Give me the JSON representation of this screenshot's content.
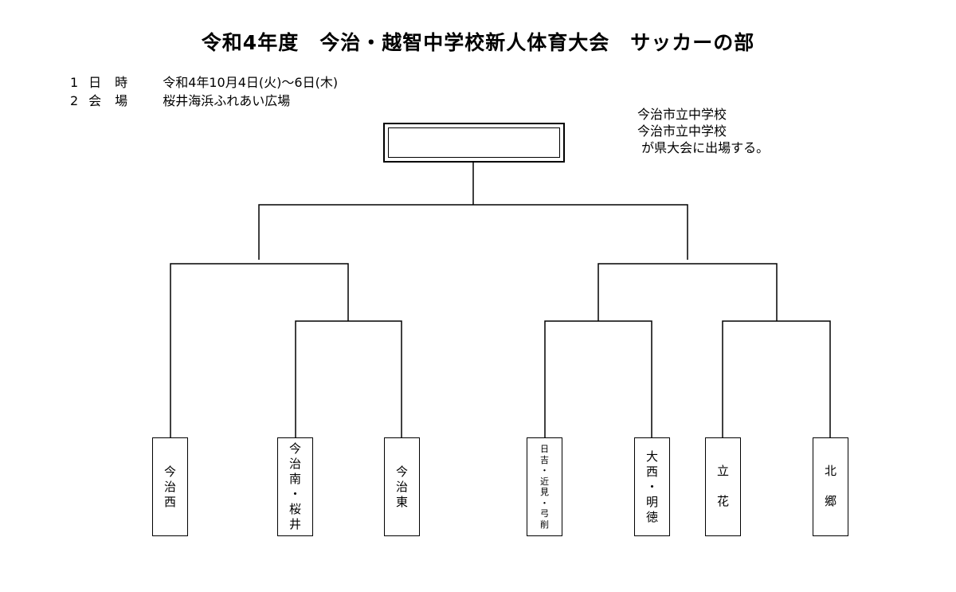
{
  "title": "令和4年度　今治・越智中学校新人体育大会　サッカーの部",
  "info": [
    {
      "num": "1",
      "label": "日 時",
      "value": "令和4年10月4日(火)～6日(木)"
    },
    {
      "num": "2",
      "label": "会 場",
      "value": "桜井海浜ふれあい広場"
    }
  ],
  "notes": [
    "今治市立中学校",
    "今治市立中学校",
    " が県大会に出場する。"
  ],
  "champion": "",
  "teams": [
    {
      "chars": [
        "今",
        "治",
        "西"
      ]
    },
    {
      "chars": [
        "今",
        "治",
        "南",
        "・",
        "桜",
        "井"
      ]
    },
    {
      "chars": [
        "今",
        "治",
        "東"
      ]
    },
    {
      "chars": [
        "日",
        "吉",
        "・",
        "近",
        "見",
        "・",
        "弓",
        "削"
      ]
    },
    {
      "chars": [
        "大",
        "西",
        "・",
        "明",
        "徳"
      ]
    },
    {
      "chars": [
        "立",
        "",
        "花"
      ]
    },
    {
      "chars": [
        "北",
        "",
        "郷"
      ]
    }
  ]
}
